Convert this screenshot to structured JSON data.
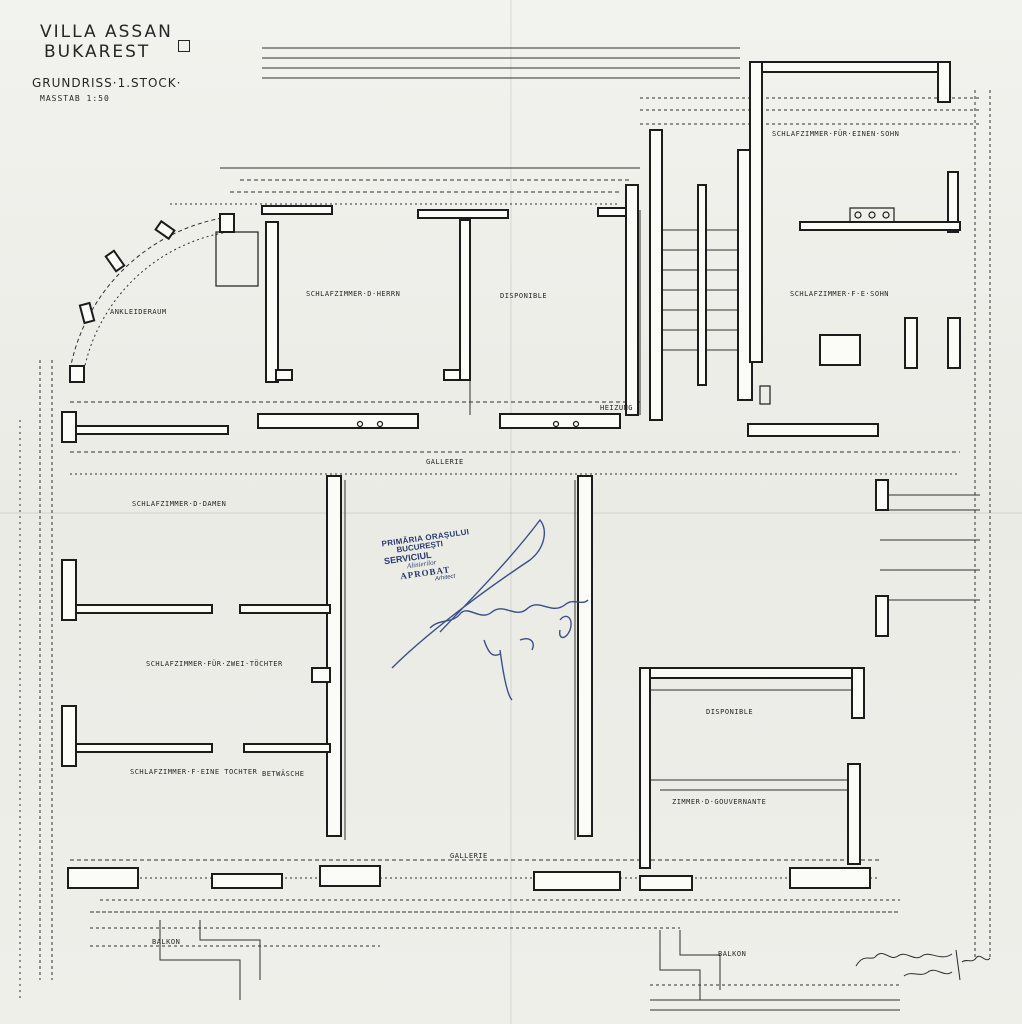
{
  "title": {
    "line1": "VILLA ASSAN",
    "line2": "BUKAREST",
    "sub1": "GRUNDRISS·1.STOCK·",
    "sub2": "MASSTAB 1:50"
  },
  "rooms": {
    "ankleideraum": "ANKLEIDERAUM",
    "schlafzimmer_herrn": "SCHLAFZIMMER·D·HERRN",
    "disponible": "DISPONIBLE",
    "schlafzimmer_einen_sohn": "SCHLAFZIMMER·FÜR·EINEN·SOHN",
    "schlafzimmer_sohn": "SCHLAFZIMMER·F·E·SOHN",
    "schlafzimmer_d_damen": "SCHLAFZIMMER·D·DAMEN",
    "gallerie_top": "GALLERIE",
    "schlafzimmer_toechter": "SCHLAFZIMMER·FÜR·ZWEI·TÖCHTER",
    "schlafzimmer_tochter": "SCHLAFZIMMER·F·EINE TOCHTER",
    "betwasche": "BETWÄSCHE",
    "disponible_2": "DISPONIBLE",
    "zimmer_gouvernante": "ZIMMER·D·GOUVERNANTE",
    "gallerie_bottom": "GALLERIE",
    "balkon_left": "BALKON",
    "balkon_right": "BALKON",
    "heizung": "HEIZUNG"
  },
  "stamp": {
    "line1": "PRIMĂRIA ORAȘULUI",
    "line2": "BUCUREȘTI",
    "line3": "SERVICIUL",
    "line4": "Alinierilor",
    "line5": "APROBAT",
    "line6": "Arhitect"
  },
  "handwritten": {
    "approval_signature": "2 Iun 1906",
    "architect_signature": "Arch Hammerer Wien 1906"
  },
  "colors": {
    "paper": "#eeeeea",
    "ink": "#262626",
    "stamp_blue": "#2b3a6e"
  }
}
